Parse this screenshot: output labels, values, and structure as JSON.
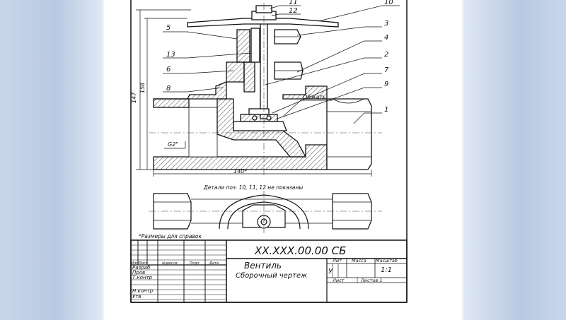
{
  "title_block": {
    "designation": "XX.XXX.00.00 СБ",
    "name": "Вентиль",
    "doc_type": "Сборочный чертеж",
    "col_lit": "Лит",
    "col_mass": "Масса",
    "col_scale": "Масштаб",
    "lit_value": "У",
    "scale_value": "1:1",
    "sheet_label": "Лист",
    "sheets_label": "Листов 1",
    "row_izm": "Изм",
    "row_list": "Лист",
    "row_ndokum": "№докум.",
    "row_podp": "Подп.",
    "row_data": "Дата",
    "row_razrab": "Разраб",
    "row_prov": "Пров",
    "row_tkontr": "Т.контр",
    "row_nkontr": "Н.контр",
    "row_utv": "Утв"
  },
  "callouts": [
    "11",
    "12",
    "10",
    "5",
    "3",
    "4",
    "13",
    "2",
    "6",
    "7",
    "8",
    "9",
    "1"
  ],
  "annotations": {
    "obzhat": "Обжать",
    "thread": "G2\"",
    "dim_width": "140*",
    "dim_h1": "147",
    "dim_h2": "158",
    "not_shown": "Детали поз. 10, 11, 12 не показаны",
    "ref_note": "*Размеры для справок"
  }
}
